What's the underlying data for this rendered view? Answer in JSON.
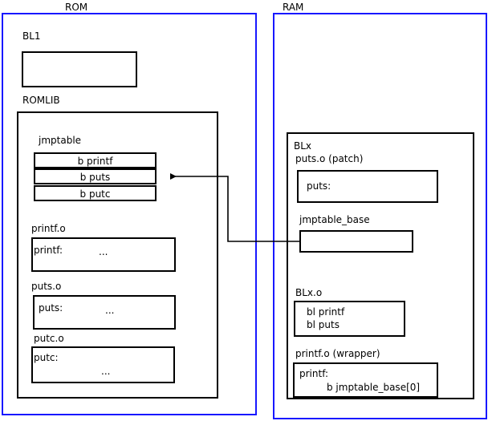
{
  "diagram": {
    "title_rom": "ROM",
    "title_ram": "RAM",
    "accent_blue": "#1818ff",
    "line_black": "#000000",
    "background": "#ffffff"
  },
  "rom": {
    "label": "ROM",
    "bl1": {
      "label": "BL1",
      "body": ""
    },
    "romlib": {
      "label": "ROMLIB",
      "jmptable": {
        "label": "jmptable",
        "entries": [
          "b printf",
          "b puts",
          "b putc"
        ]
      },
      "objects": [
        {
          "label": "printf.o",
          "symbol": "printf:",
          "ellipsis": "...",
          "layout": "inline"
        },
        {
          "label": "puts.o",
          "symbol": "puts:",
          "ellipsis": "...",
          "layout": "inline"
        },
        {
          "label": "putc.o",
          "symbol": "putc:",
          "ellipsis": "...",
          "layout": "stacked"
        }
      ]
    }
  },
  "ram": {
    "label": "RAM",
    "blx": {
      "label": "BLx",
      "patch": {
        "label": "puts.o (patch)",
        "symbol": "puts:"
      },
      "jmptable_base": {
        "label": "jmptable_base",
        "body": ""
      },
      "blx_o": {
        "label": "BLx.o",
        "lines": [
          "bl printf",
          "bl puts"
        ]
      },
      "wrapper": {
        "label": "printf.o (wrapper)",
        "symbol": "printf:",
        "branch": "b jmptable_base[0]"
      }
    }
  },
  "connector": {
    "name": "jmptable-base-to-b-puts",
    "from": "jmptable_base",
    "to": "b puts"
  }
}
